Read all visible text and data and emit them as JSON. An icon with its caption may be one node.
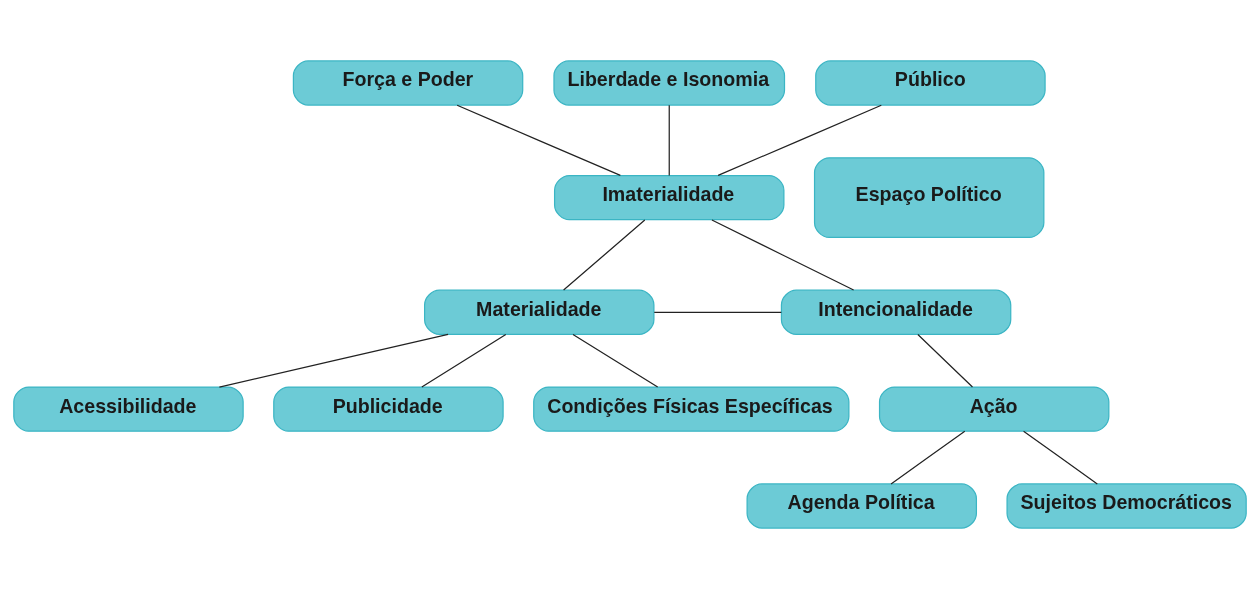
{
  "diagram": {
    "nodes": [
      {
        "text": [
          "Força e Poder"
        ]
      },
      {
        "text": [
          "Liberdade e Isonomia"
        ]
      },
      {
        "text": [
          "Público"
        ]
      },
      {
        "text": [
          "Imaterialidade"
        ]
      },
      {
        "text": [
          "Espaço Político"
        ]
      },
      {
        "text": [
          "Materialidade"
        ]
      },
      {
        "text": [
          "Intencionalidade"
        ]
      },
      {
        "text": [
          "Acessibilidade"
        ]
      },
      {
        "text": [
          "Publicidade"
        ]
      },
      {
        "text": [
          "Condições Físicas Específicas"
        ]
      },
      {
        "text": [
          "Ação"
        ]
      },
      {
        "text": [
          "Agenda Política"
        ]
      },
      {
        "text": [
          "Sujeitos Democráticos"
        ]
      }
    ],
    "edges": [
      {
        "from": 0,
        "to": 3,
        "arrow": "none"
      },
      {
        "from": 1,
        "to": 3,
        "arrow": "none"
      },
      {
        "from": 2,
        "to": 3,
        "arrow": "none"
      },
      {
        "from": 3,
        "to": 5,
        "arrow": "none"
      },
      {
        "from": 3,
        "to": 6,
        "arrow": "none"
      },
      {
        "from": 5,
        "to": 6,
        "arrow": "none"
      },
      {
        "from": 5,
        "to": 7,
        "arrow": "none"
      },
      {
        "from": 5,
        "to": 8,
        "arrow": "none"
      },
      {
        "from": 5,
        "to": 9,
        "arrow": "none"
      },
      {
        "from": 6,
        "to": 10,
        "arrow": "none"
      },
      {
        "from": 10,
        "to": 11,
        "arrow": "none"
      },
      {
        "from": 10,
        "to": 12,
        "arrow": "none"
      }
    ]
  }
}
